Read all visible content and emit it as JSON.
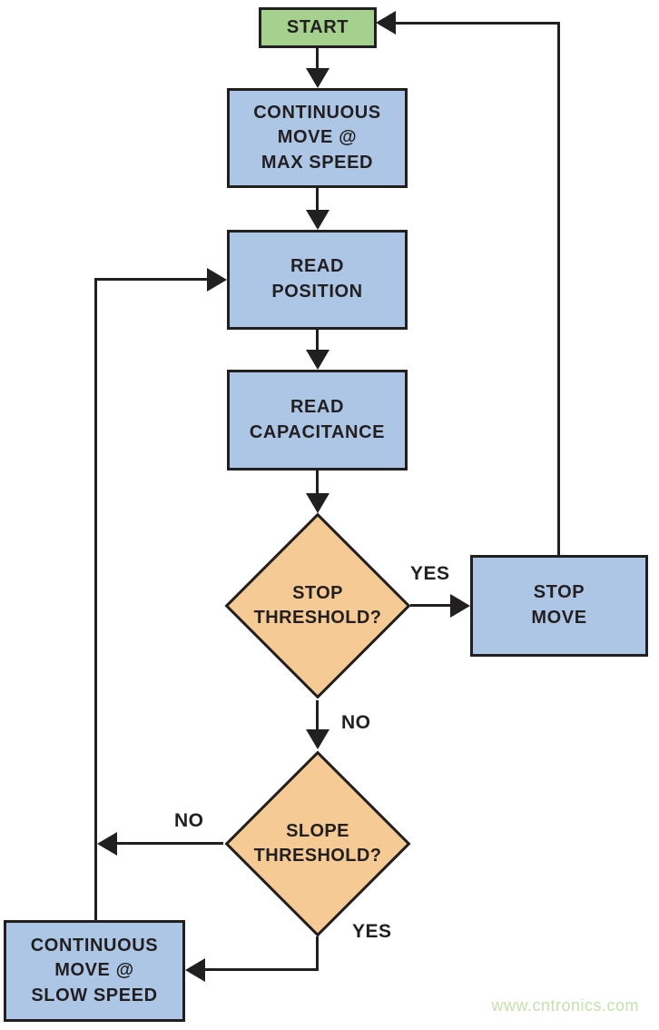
{
  "colors": {
    "ink": "#211f20",
    "terminal_fill": "#a6d08e",
    "process_fill": "#aec6e5",
    "decision_fill": "#f5ca94",
    "watermark_color": "#c3e3ab"
  },
  "nodes": {
    "start": {
      "label": "START",
      "type": "terminal"
    },
    "continuous_move_max": {
      "label": "CONTINUOUS\nMOVE @\nMAX SPEED",
      "type": "process"
    },
    "read_position": {
      "label": "READ\nPOSITION",
      "type": "process"
    },
    "read_capacitance": {
      "label": "READ\nCAPACITANCE",
      "type": "process"
    },
    "stop_threshold": {
      "label": "STOP\nTHRESHOLD?",
      "type": "decision"
    },
    "stop_move": {
      "label": "STOP\nMOVE",
      "type": "process"
    },
    "slope_threshold": {
      "label": "SLOPE\nTHRESHOLD?",
      "type": "decision"
    },
    "continuous_move_slow": {
      "label": "CONTINUOUS\nMOVE @\nSLOW SPEED",
      "type": "process"
    }
  },
  "edge_labels": {
    "stop_threshold_yes": "YES",
    "stop_threshold_no": "NO",
    "slope_threshold_no": "NO",
    "slope_threshold_yes": "YES"
  },
  "watermark": "www.cntronics.com"
}
